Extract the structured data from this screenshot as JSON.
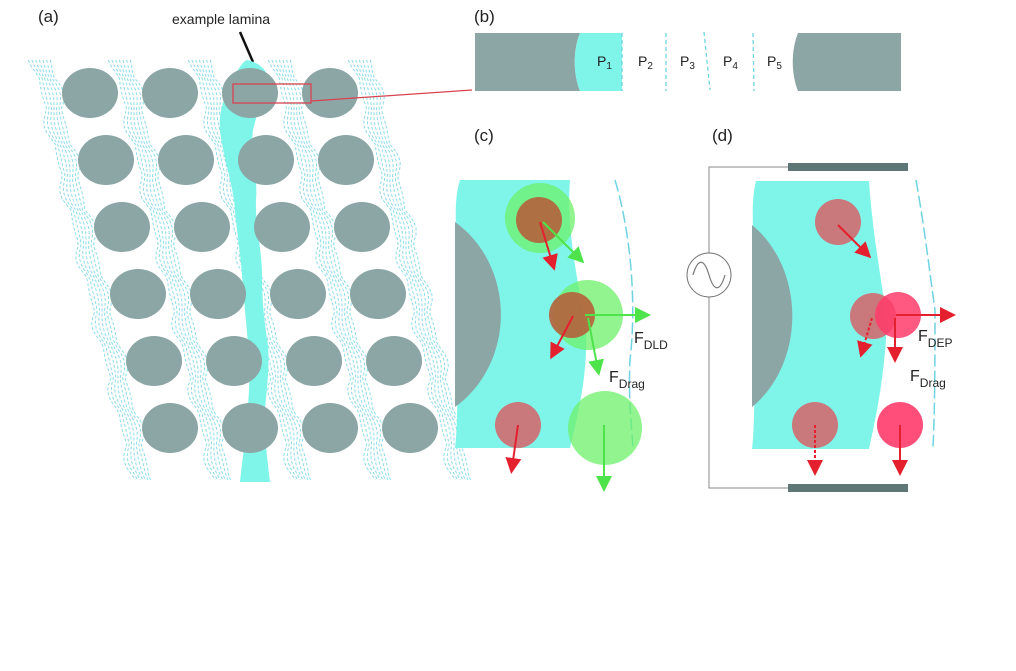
{
  "figure": {
    "panels": {
      "a": {
        "label": "(a)",
        "annotation": "example lamina"
      },
      "b": {
        "label": "(b)",
        "laminae": [
          {
            "letter": "P",
            "index": "1"
          },
          {
            "letter": "P",
            "index": "2"
          },
          {
            "letter": "P",
            "index": "3"
          },
          {
            "letter": "P",
            "index": "4"
          },
          {
            "letter": "P",
            "index": "5"
          }
        ]
      },
      "c": {
        "label": "(c)",
        "forces": [
          {
            "letter": "F",
            "sub": "DLD"
          },
          {
            "letter": "F",
            "sub": "Drag"
          }
        ]
      },
      "d": {
        "label": "(d)",
        "forces": [
          {
            "letter": "F",
            "sub": "DEP"
          },
          {
            "letter": "F",
            "sub": "Drag"
          }
        ]
      }
    },
    "pillar_grid": {
      "rows": 6,
      "columns": 4
    },
    "colors": {
      "pillar": "#8ca5a5",
      "lamina": "#7ff5ea",
      "streamline": "#6fd3e3",
      "zoom_box": "#d9434f",
      "particle_green": "#6ef06a",
      "particle_brown": "#b5603a",
      "particle_pink": "#d26a6f",
      "particle_magenta": "#ff3b6b",
      "arrow_red": "#e5202e",
      "arrow_green": "#4ee34a",
      "electrode": "#5f7677"
    }
  }
}
